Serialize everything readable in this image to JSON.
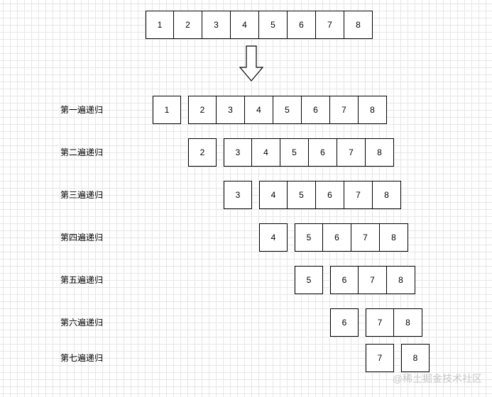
{
  "top_row": [
    "1",
    "2",
    "3",
    "4",
    "5",
    "6",
    "7",
    "8"
  ],
  "icons": {
    "down_arrow": "down-arrow-icon"
  },
  "steps": [
    {
      "label": "第一遍递归",
      "picked": "1",
      "rest": [
        "2",
        "3",
        "4",
        "5",
        "6",
        "7",
        "8"
      ]
    },
    {
      "label": "第二遍递归",
      "picked": "2",
      "rest": [
        "3",
        "4",
        "5",
        "6",
        "7",
        "8"
      ]
    },
    {
      "label": "第三遍递归",
      "picked": "3",
      "rest": [
        "4",
        "5",
        "6",
        "7",
        "8"
      ]
    },
    {
      "label": "第四遍递归",
      "picked": "4",
      "rest": [
        "5",
        "6",
        "7",
        "8"
      ]
    },
    {
      "label": "第五遍递归",
      "picked": "5",
      "rest": [
        "6",
        "7",
        "8"
      ]
    },
    {
      "label": "第六遍递归",
      "picked": "6",
      "rest": [
        "7",
        "8"
      ]
    },
    {
      "label": "第七遍递归",
      "picked": "7",
      "rest": [
        "8"
      ]
    }
  ],
  "watermark": "@稀土掘金技术社区"
}
